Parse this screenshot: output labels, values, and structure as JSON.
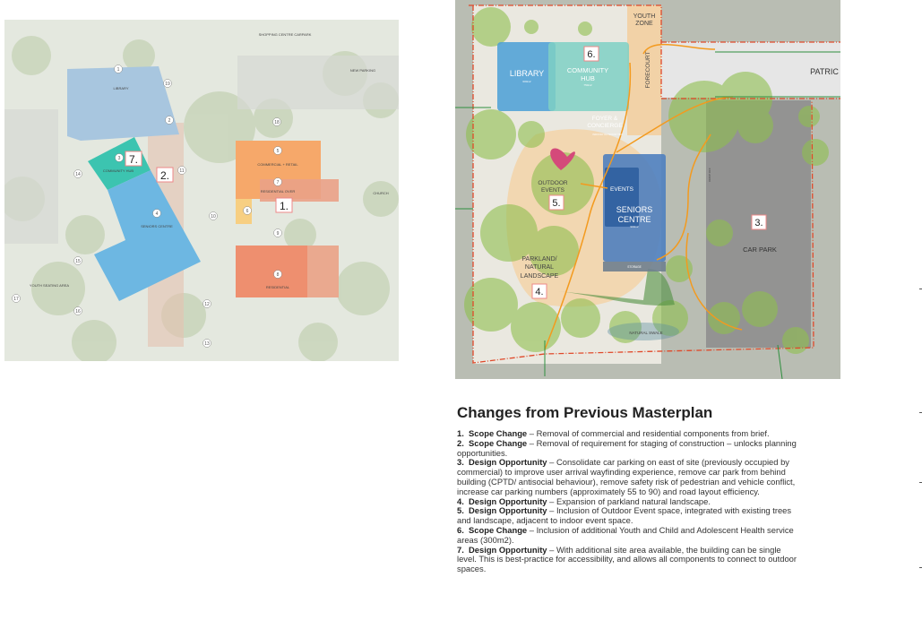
{
  "left_plan": {
    "labels": {
      "library": "LIBRARY",
      "community_hub": "COMMUNITY HUB",
      "seniors_centre": "SENIORS CENTRE",
      "commercial": "COMMERCIAL + RETAIL",
      "residential_over": "RESIDENTIAL OVER",
      "residential": "RESIDENTIAL",
      "church": "CHURCH",
      "shopping": "SHOPPING CENTRE CARPARK",
      "new_parking": "NEW PARKING",
      "youth_seating": "YOUTH SEATING AREA"
    },
    "markers": [
      "1",
      "2",
      "3",
      "4",
      "5",
      "6",
      "7",
      "8",
      "9",
      "10",
      "11",
      "12",
      "13",
      "14",
      "15",
      "16",
      "17",
      "18",
      "19"
    ],
    "callouts": {
      "c1": "1.",
      "c2": "2.",
      "c7": "7."
    }
  },
  "right_plan": {
    "labels": {
      "youth_zone_1": "YOUTH",
      "youth_zone_2": "ZONE",
      "library": "LIBRARY",
      "library_area": "600m2",
      "community_hub_1": "COMMUNITY",
      "community_hub_2": "HUB",
      "community_hub_area": "750m2",
      "forecourt": "FORECOURT",
      "street": "PATRIC",
      "foyer_1": "FOYER &",
      "foyer_2": "CONCIERGE",
      "foyer_3": "INDOOR/ OUTDOOR TBC",
      "outdoor_events_1": "OUTDOOR",
      "outdoor_events_2": "EVENTS",
      "events": "EVENTS",
      "seniors_1": "SENIORS",
      "seniors_2": "CENTRE",
      "seniors_area": "900m2",
      "storage": "STORAGE",
      "drop_off": "DROP OFF",
      "car_park": "CAR PARK",
      "parkland_1": "PARKLAND/",
      "parkland_2": "NATURAL",
      "parkland_3": "LANDSCAPE",
      "swale": "NATURAL SWALE"
    },
    "callouts": {
      "c3": "3.",
      "c4": "4.",
      "c5": "5.",
      "c6": "6."
    }
  },
  "heading": "Changes from Previous Masterplan",
  "changes": [
    {
      "num": "1.",
      "type": "Scope Change",
      "text": "Removal of commercial and residential components from brief."
    },
    {
      "num": "2.",
      "type": "Scope Change",
      "text": "Removal of requirement for staging of construction – unlocks planning opportunities."
    },
    {
      "num": "3.",
      "type": "Design Opportunity",
      "text": "Consolidate car parking on east of site (previously occupied by commercial) to improve user arrival wayfinding experience, remove car park from behind building (CPTD/ antisocial behaviour), remove safety risk of pedestrian and vehicle conflict, increase car parking numbers (approximately 55 to 90) and road layout efficiency."
    },
    {
      "num": "4.",
      "type": "Design Opportunity",
      "text": "Expansion of parkland natural landscape."
    },
    {
      "num": "5.",
      "type": "Design Opportunity",
      "text": "Inclusion of Outdoor Event space, integrated with existing trees and landscape, adjacent to indoor event space."
    },
    {
      "num": "6.",
      "type": "Scope Change",
      "text": "Inclusion of additional Youth and Child and Adolescent Health service areas (300m2)."
    },
    {
      "num": "7.",
      "type": "Design Opportunity",
      "text": "With additional site area available, the building can be single level. This is best-practice for accessibility, and allows all components to connect to outdoor spaces."
    }
  ],
  "colors": {
    "library_blue": "#5aa6d8",
    "hub_teal": "#7fd0c4",
    "seniors_blue": "#4f7fbf",
    "car_park_grey": "#8c8c8c",
    "tree_green": "#8fbf4f",
    "boundary_red": "#e0492a",
    "path_orange": "#f39a1e",
    "commercial_orange": "#f6a86a",
    "residential_salmon": "#ee8f6f"
  }
}
